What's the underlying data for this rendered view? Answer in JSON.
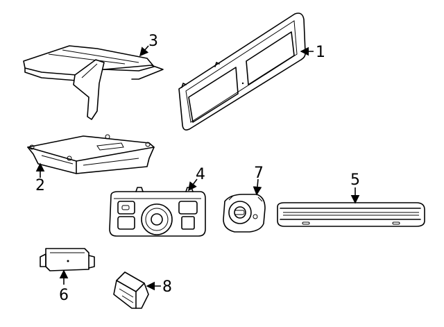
{
  "callouts": [
    {
      "id": "1",
      "label": "1"
    },
    {
      "id": "2",
      "label": "2"
    },
    {
      "id": "3",
      "label": "3"
    },
    {
      "id": "4",
      "label": "4"
    },
    {
      "id": "5",
      "label": "5"
    },
    {
      "id": "6",
      "label": "6"
    },
    {
      "id": "7",
      "label": "7"
    },
    {
      "id": "8",
      "label": "8"
    }
  ],
  "colors": {
    "ink": "#000000",
    "background": "#ffffff"
  }
}
